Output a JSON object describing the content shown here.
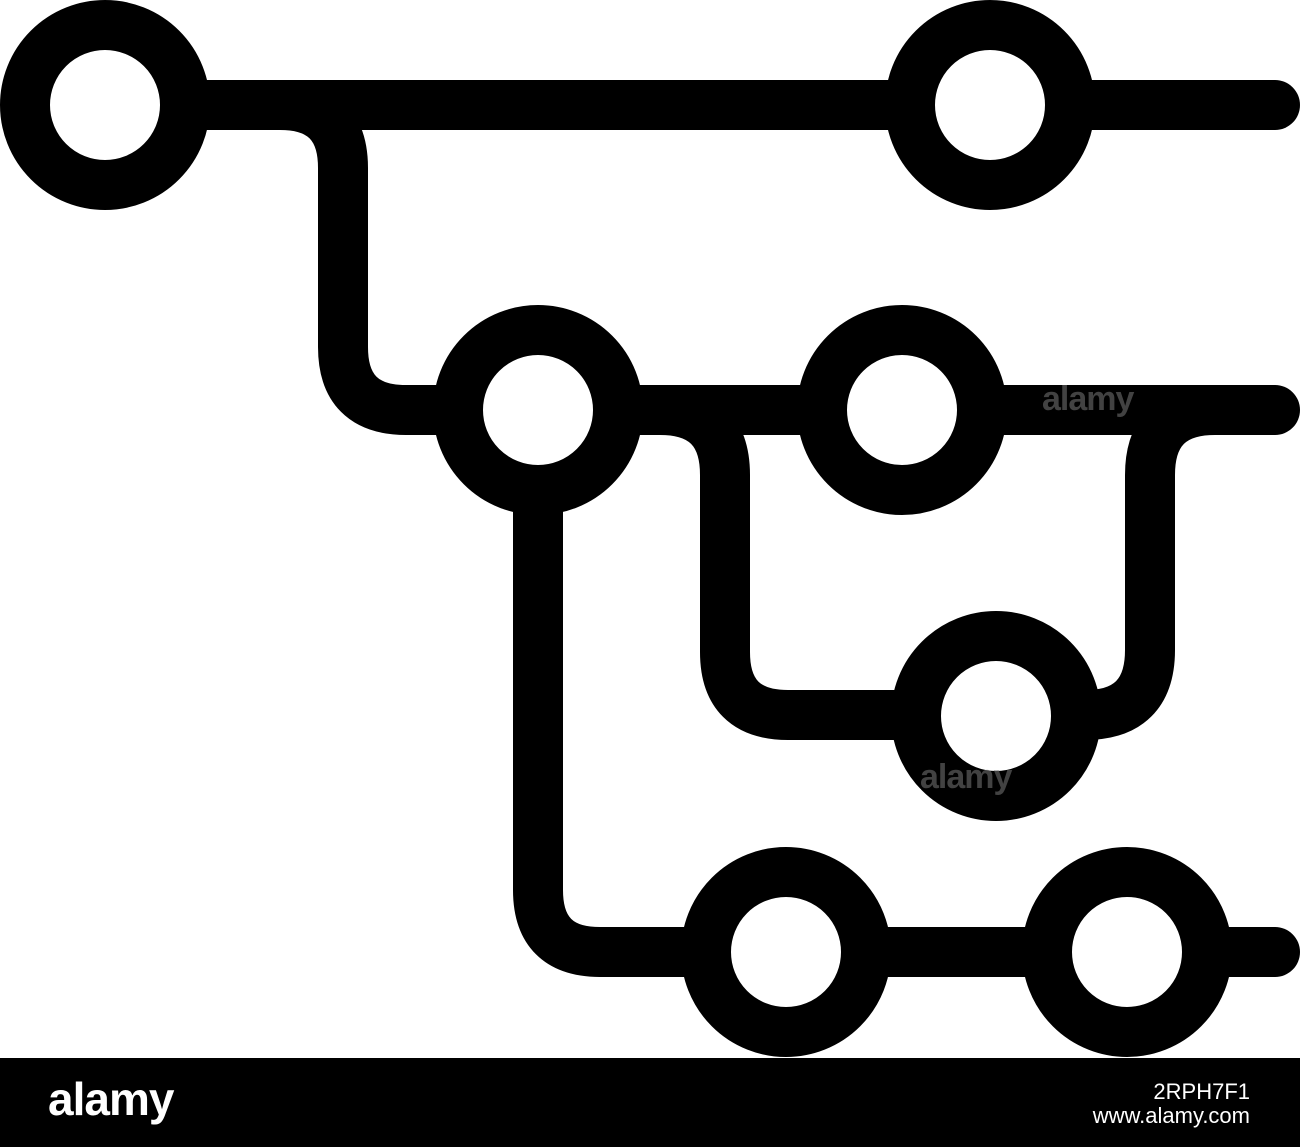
{
  "style": {
    "stroke_color": "#000000",
    "background_color": "#ffffff",
    "footer_color": "#000000",
    "footer_text_color": "#ffffff"
  },
  "icon": {
    "name": "git-branch-graph-icon"
  },
  "watermark": {
    "text": "alamy"
  },
  "footer": {
    "logo": "alamy",
    "image_id": "2RPH7F1",
    "url": "www.alamy.com"
  }
}
